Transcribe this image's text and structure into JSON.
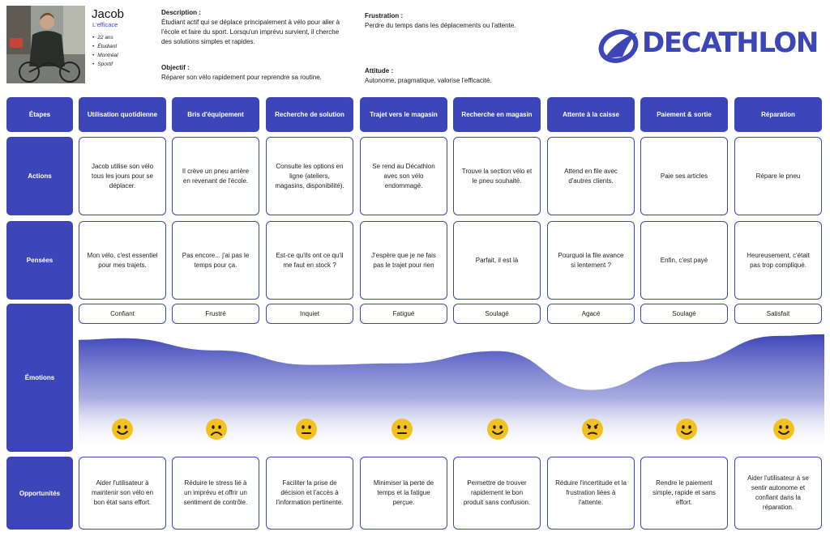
{
  "persona": {
    "name": "Jacob",
    "tagline": "L'efficace",
    "traits": [
      "22 ans",
      "Étudiant",
      "Montréal",
      "Sportif"
    ]
  },
  "profile": {
    "description_label": "Description :",
    "description": "Étudiant actif qui se déplace principalement à vélo pour aller à l'école et faire du sport. Lorsqu'un imprévu survient, il cherche des solutions simples et rapides.",
    "objectif_label": "Objectif :",
    "objectif": "Réparer son vélo rapidement pour reprendre sa routine.",
    "frustration_label": "Frustration :",
    "frustration": "Perdre du temps dans les déplacements ou l'attente.",
    "attitude_label": "Attitude :",
    "attitude": "Autonome, pragmatique, valorise l'efficacité."
  },
  "brand": {
    "logo_text": "DECATHLON",
    "color": "#3c46b9"
  },
  "rows": {
    "etapes": "Étapes",
    "actions": "Actions",
    "pensees": "Pensées",
    "emotions": "Émotions",
    "opportunites": "Opportunités"
  },
  "stages": [
    {
      "title": "Utilisation quotidienne",
      "action": "Jacob utilise son vélo tous les jours pour se déplacer.",
      "thought": "Mon vélo, c'est essentiel pour mes trajets.",
      "emotion": "Confiant",
      "face": "happy",
      "opportunity": "Aider l'utilisateur à maintenir son vélo en bon état sans effort."
    },
    {
      "title": "Bris d'équipement",
      "action": "Il crève un pneu arrière en revenant de l'école.",
      "thought": "Pas encore... j'ai pas le temps pour ça.",
      "emotion": "Frustré",
      "face": "sad",
      "opportunity": "Réduire le stress lié à un imprévu et offrir un sentiment de contrôle."
    },
    {
      "title": "Recherche de solution",
      "action": "Consulte les options en ligne (ateliers, magasins, disponibilité).",
      "thought": "Est-ce qu'ils ont ce qu'il me faut en stock ?",
      "emotion": "Inquiet",
      "face": "neutral",
      "opportunity": "Faciliter la prise de décision et l'accès à l'information pertinente."
    },
    {
      "title": "Trajet vers le magasin",
      "action": "Se rend au Décathlon avec son vélo endommagé.",
      "thought": "J'espère que je ne fais pas le trajet pour rien",
      "emotion": "Fatigué",
      "face": "neutral",
      "opportunity": "Minimiser la perte de temps et la fatigue perçue."
    },
    {
      "title": "Recherche en magasin",
      "action": "Trouve la section vélo et le pneu souhaité.",
      "thought": "Parfait, il est là",
      "emotion": "Soulagé",
      "face": "happy",
      "opportunity": "Permettre de trouver rapidement le bon produit sans confusion."
    },
    {
      "title": "Attente à la caisse",
      "action": "Attend en file avec d'autres clients.",
      "thought": "Pourquoi la file avance si lentement ?",
      "emotion": "Agacé",
      "face": "angry",
      "opportunity": "Réduire l'incertitude et la frustration liées à l'attente."
    },
    {
      "title": "Paiement & sortie",
      "action": "Paie ses articles",
      "thought": "Enfin, c'est payé",
      "emotion": "Soulagé",
      "face": "happy",
      "opportunity": "Rendre le paiement simple, rapide et sans effort."
    },
    {
      "title": "Réparation",
      "action": "Répare le pneu",
      "thought": "Heureusement, c'était pas trop compliqué.",
      "emotion": "Satisfait",
      "face": "happy",
      "opportunity": "Aider l'utilisateur à se sentir autonome et confiant dans la réparation."
    }
  ],
  "emotion_curve": {
    "scale": "0 = bas, 10 = haut",
    "levels": [
      9.5,
      7.9,
      6.0,
      6.2,
      7.8,
      2.7,
      6.4,
      9.8
    ]
  }
}
